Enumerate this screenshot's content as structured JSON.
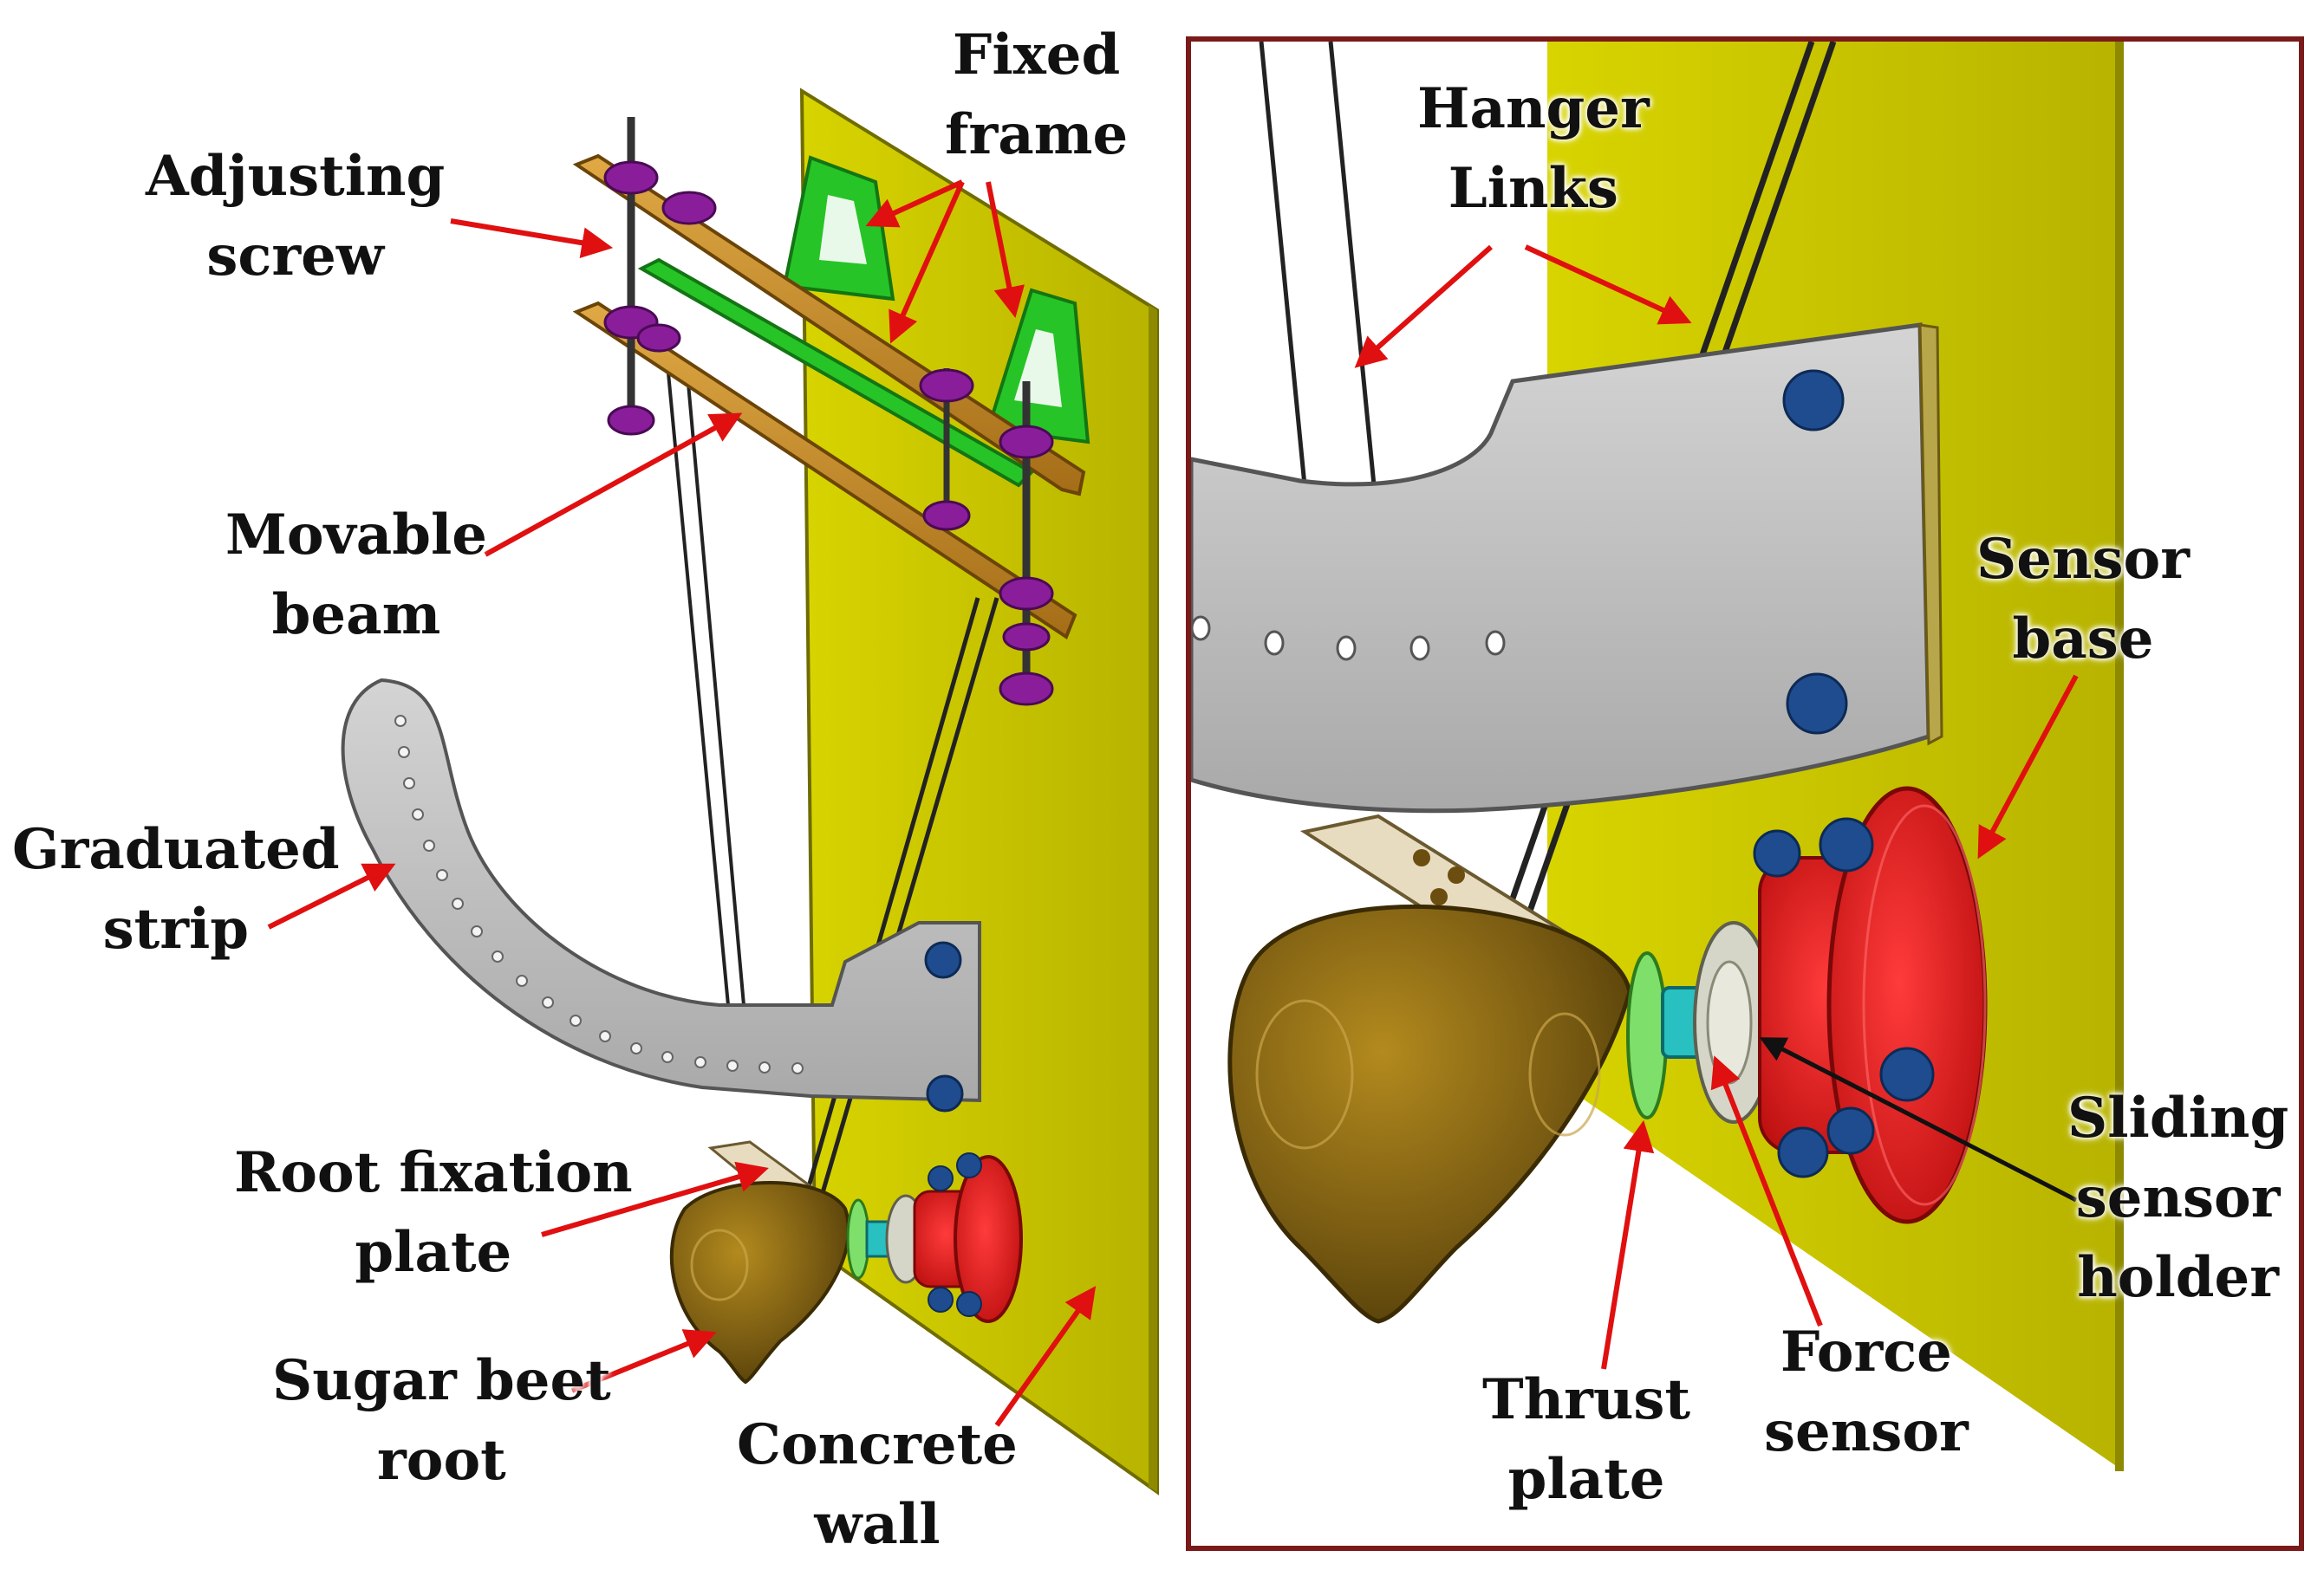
{
  "colors": {
    "wall": "#c9c400",
    "frame_green": "#27c427",
    "beam_wood": "#c98f2a",
    "knob_purple": "#8a1e9a",
    "strip_gray": "#bcbcbc",
    "root_brown": "#7a5c12",
    "sensor_red": "#e01515",
    "bolt_blue": "#1f4c8f",
    "sensor_cyan": "#28c0c0",
    "arrow_red": "#e01010",
    "inset_border": "#7a1a1a"
  },
  "overview": {
    "labels": {
      "fixed_frame": [
        "Fixed",
        "frame"
      ],
      "adjusting_screw": [
        "Adjusting",
        "screw"
      ],
      "movable_beam": [
        "Movable",
        "beam"
      ],
      "graduated_strip": [
        "Graduated",
        "strip"
      ],
      "root_fixation_plate": [
        "Root fixation",
        "plate"
      ],
      "sugar_beet_root": [
        "Sugar beet",
        "root"
      ],
      "concrete_wall": [
        "Concrete",
        "wall"
      ]
    }
  },
  "detail": {
    "labels": {
      "hanger_links": [
        "Hanger",
        "Links"
      ],
      "sensor_base": [
        "Sensor",
        "base"
      ],
      "sliding_sensor_holder": [
        "Sliding",
        "sensor",
        "holder"
      ],
      "force_sensor": [
        "Force",
        "sensor"
      ],
      "thrust_plate": [
        "Thrust",
        "plate"
      ]
    }
  }
}
